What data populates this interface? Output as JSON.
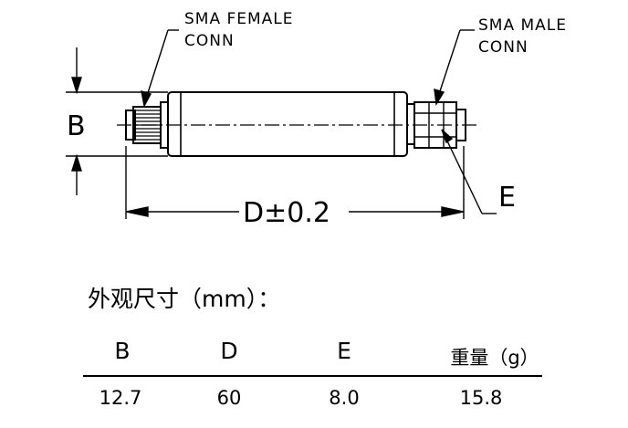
{
  "drawing": {
    "label_female": [
      "SMA FEMALE",
      "CONN"
    ],
    "label_male": [
      "SMA MALE",
      "CONN"
    ],
    "dim_b": "B",
    "dim_d": "D±0.2",
    "dim_e": "E"
  },
  "spec": {
    "title": "外观尺寸（mm）：",
    "headers": [
      "B",
      "D",
      "E",
      "重量（g）"
    ],
    "values": [
      "12.7",
      "60",
      "8.0",
      "15.8"
    ]
  }
}
